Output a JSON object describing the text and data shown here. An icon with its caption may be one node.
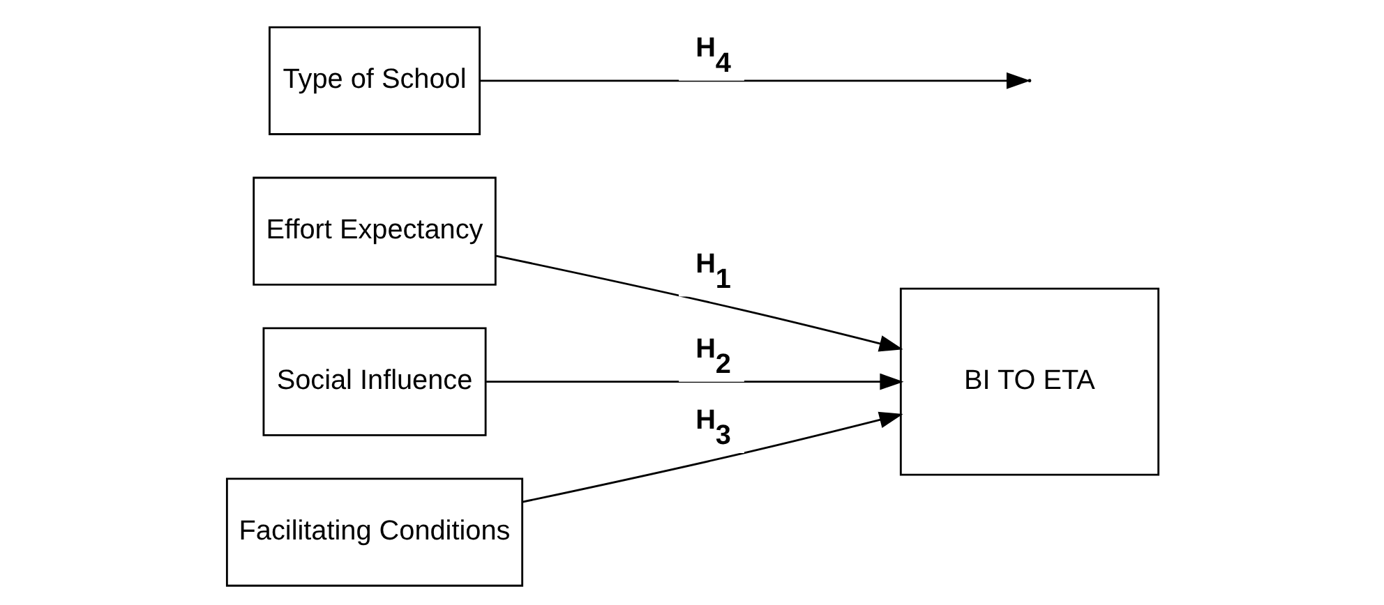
{
  "diagram": {
    "nodes": [
      {
        "text": [
          "Effort Expectancy"
        ]
      },
      {
        "text": [
          "Social Influence"
        ]
      },
      {
        "text": [
          "Facilitating Conditions"
        ]
      },
      {
        "text": [
          "BI TO ETA"
        ]
      },
      {
        "text": [
          "Type of School"
        ]
      }
    ],
    "edges": [
      {
        "from": 0,
        "to": 3,
        "arrow": "to",
        "label": "H$_{1}$"
      },
      {
        "from": 1,
        "to": 3,
        "arrow": "to",
        "label": "H$_{2}$"
      },
      {
        "from": 2,
        "to": 3,
        "arrow": "to",
        "label": "H$_{3}$"
      },
      {
        "from": 4,
        "to": null,
        "arrow": "to",
        "label": "H$_{4}$"
      }
    ]
  }
}
